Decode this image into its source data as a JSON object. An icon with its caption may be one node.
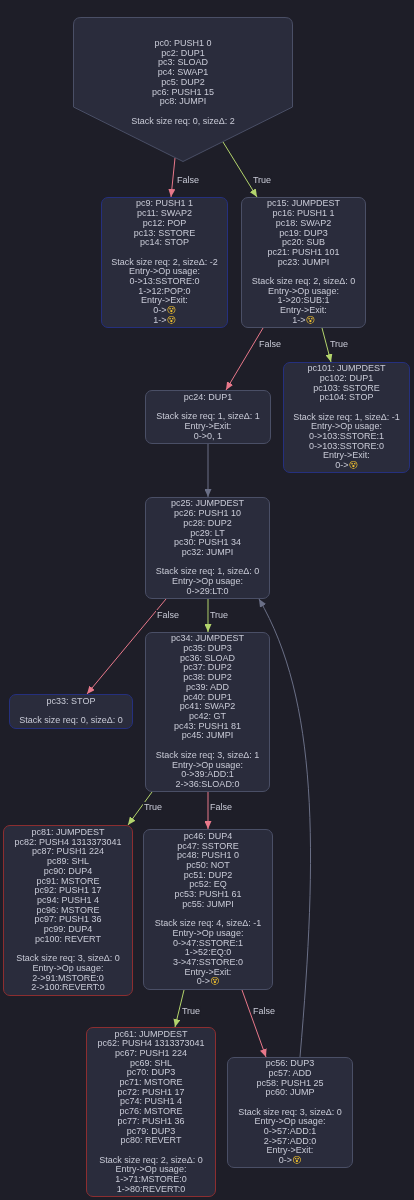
{
  "diagram": {
    "nodes": [
      {
        "text": [
          "pc0: PUSH1 0",
          "pc2: DUP1",
          "pc3: SLOAD",
          "pc4: SWAP1",
          "pc5: DUP2",
          "pc6: PUSH1 15",
          "pc8: JUMPI",
          "Stack size req: 0, sizeΔ: 2"
        ]
      },
      {
        "text": [
          "pc9: PUSH1 1",
          "pc11: SWAP2",
          "pc12: POP",
          "pc13: SSTORE",
          "pc14: STOP",
          "Stack size req: 2, sizeΔ: -2",
          "Entry->Op usage:",
          "0->13:SSTORE:0",
          "1->12:POP:0",
          "Entry->Exit:",
          "0->😵",
          "1->😵"
        ]
      },
      {
        "text": [
          "pc15: JUMPDEST",
          "pc16: PUSH1 1",
          "pc18: SWAP2",
          "pc19: DUP3",
          "pc20: SUB",
          "pc21: PUSH1 101",
          "pc23: JUMPI",
          "Stack size req: 2, sizeΔ: 0",
          "Entry->Op usage:",
          "1->20:SUB:1",
          "Entry->Exit:",
          "1->😵"
        ]
      },
      {
        "text": [
          "pc24: DUP1",
          "Stack size req: 1, sizeΔ: 1",
          "Entry->Exit:",
          "0->0, 1"
        ]
      },
      {
        "text": [
          "pc101: JUMPDEST",
          "pc102: DUP1",
          "pc103: SSTORE",
          "pc104: STOP",
          "Stack size req: 1, sizeΔ: -1",
          "Entry->Op usage:",
          "0->103:SSTORE:1",
          "0->103:SSTORE:0",
          "Entry->Exit:",
          "0->😵"
        ]
      },
      {
        "text": [
          "pc25: JUMPDEST",
          "pc26: PUSH1 10",
          "pc28: DUP2",
          "pc29: LT",
          "pc30: PUSH1 34",
          "pc32: JUMPI",
          "Stack size req: 1, sizeΔ: 0",
          "Entry->Op usage:",
          "0->29:LT:0"
        ]
      },
      {
        "text": [
          "pc33: STOP",
          "Stack size req: 0, sizeΔ: 0"
        ]
      },
      {
        "text": [
          "pc34: JUMPDEST",
          "pc35: DUP3",
          "pc36: SLOAD",
          "pc37: DUP2",
          "pc38: DUP2",
          "pc39: ADD",
          "pc40: DUP1",
          "pc41: SWAP2",
          "pc42: GT",
          "pc43: PUSH1 81",
          "pc45: JUMPI",
          "Stack size req: 3, sizeΔ: 1",
          "Entry->Op usage:",
          "0->39:ADD:1",
          "2->36:SLOAD:0"
        ]
      },
      {
        "text": [
          "pc81: JUMPDEST",
          "pc82: PUSH4 1313373041",
          "pc87: PUSH1 224",
          "pc89: SHL",
          "pc90: DUP4",
          "pc91: MSTORE",
          "pc92: PUSH1 17",
          "pc94: PUSH1 4",
          "pc96: MSTORE",
          "pc97: PUSH1 36",
          "pc99: DUP4",
          "pc100: REVERT",
          "Stack size req: 3, sizeΔ: 0",
          "Entry->Op usage:",
          "2->91:MSTORE:0",
          "2->100:REVERT:0"
        ]
      },
      {
        "text": [
          "pc46: DUP4",
          "pc47: SSTORE",
          "pc48: PUSH1 0",
          "pc50: NOT",
          "pc51: DUP2",
          "pc52: EQ",
          "pc53: PUSH1 61",
          "pc55: JUMPI",
          "Stack size req: 4, sizeΔ: -1",
          "Entry->Op usage:",
          "0->47:SSTORE:1",
          "1->52:EQ:0",
          "3->47:SSTORE:0",
          "Entry->Exit:",
          "0->😵"
        ]
      },
      {
        "text": [
          "pc61: JUMPDEST",
          "pc62: PUSH4 1313373041",
          "pc67: PUSH1 224",
          "pc69: SHL",
          "pc70: DUP3",
          "pc71: MSTORE",
          "pc72: PUSH1 17",
          "pc74: PUSH1 4",
          "pc76: MSTORE",
          "pc77: PUSH1 36",
          "pc79: DUP3",
          "pc80: REVERT",
          "Stack size req: 2, sizeΔ: 0",
          "Entry->Op usage:",
          "1->71:MSTORE:0",
          "1->80:REVERT:0"
        ]
      },
      {
        "text": [
          "pc56: DUP3",
          "pc57: ADD",
          "pc58: PUSH1 25",
          "pc60: JUMP",
          "Stack size req: 3, sizeΔ: 0",
          "Entry->Op usage:",
          "0->57:ADD:1",
          "2->57:ADD:0",
          "Entry->Exit:",
          "0->😵"
        ]
      }
    ],
    "edges": [
      {
        "from": 0,
        "to": 1,
        "arrow": "to",
        "label": "False",
        "color": "#e8788a"
      },
      {
        "from": 0,
        "to": 2,
        "arrow": "to",
        "label": "True",
        "color": "#b3d46c"
      },
      {
        "from": 2,
        "to": 3,
        "arrow": "to",
        "label": "False",
        "color": "#e8788a"
      },
      {
        "from": 2,
        "to": 4,
        "arrow": "to",
        "label": "True",
        "color": "#b3d46c"
      },
      {
        "from": 3,
        "to": 5,
        "arrow": "to",
        "color": "#6a6f86"
      },
      {
        "from": 5,
        "to": 6,
        "arrow": "to",
        "label": "False",
        "color": "#e8788a"
      },
      {
        "from": 5,
        "to": 7,
        "arrow": "to",
        "label": "True",
        "color": "#b3d46c"
      },
      {
        "from": 7,
        "to": 8,
        "arrow": "to",
        "label": "True",
        "color": "#b3d46c"
      },
      {
        "from": 7,
        "to": 9,
        "arrow": "to",
        "label": "False",
        "color": "#e8788a"
      },
      {
        "from": 9,
        "to": 10,
        "arrow": "to",
        "label": "True",
        "color": "#b3d46c"
      },
      {
        "from": 9,
        "to": 11,
        "arrow": "to",
        "label": "False",
        "color": "#e8788a"
      },
      {
        "from": 11,
        "to": 5,
        "arrow": "to",
        "color": "#6a6f86"
      }
    ]
  }
}
